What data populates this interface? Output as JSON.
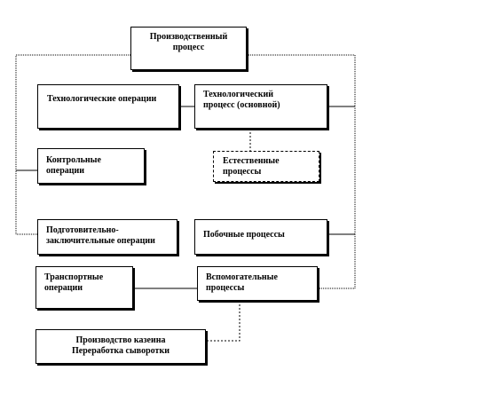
{
  "diagram": {
    "main": {
      "line1": "Производственный",
      "line2": "процесс"
    },
    "tech_ops": "Технологические  операции",
    "tech_process": {
      "line1": "Технологический",
      "line2": "процесс (основной)"
    },
    "control_ops": {
      "line1": "Контрольные",
      "line2": "операции"
    },
    "natural": {
      "line1": "Естественные",
      "line2": "процессы"
    },
    "prep_ops": {
      "line1": "Подготовительно-",
      "line2": "заключительные  операции"
    },
    "side": "Побочные процессы",
    "transport": {
      "line1": "Транспортные",
      "line2": "операции"
    },
    "auxiliary": {
      "line1": "Вспомогательные",
      "line2": "процессы"
    },
    "casein": {
      "line1": "Производство казеина",
      "line2": "Переработка сыворотки"
    }
  }
}
